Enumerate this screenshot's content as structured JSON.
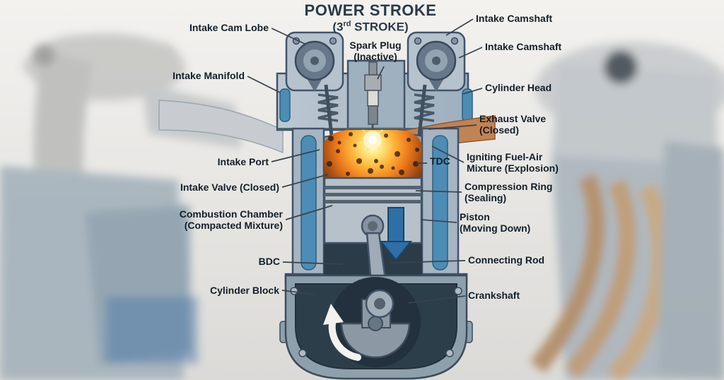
{
  "title": {
    "line1": "POWER STROKE",
    "stroke_pre": "(3",
    "stroke_sup": "rd",
    "stroke_post": " STROKE)"
  },
  "labels": {
    "left": [
      {
        "text": "Intake Cam Lobe"
      },
      {
        "text": "Intake Manifold"
      },
      {
        "text": "Intake Port"
      },
      {
        "text": "Intake Valve (Closed)"
      },
      {
        "text": "Combustion Chamber",
        "text2": "(Compacted Mixture)"
      },
      {
        "text": "BDC"
      },
      {
        "text": "Cylinder Block"
      }
    ],
    "center": [
      {
        "text": "Spark Plug",
        "text2": "(Inactive)"
      },
      {
        "text": "TDC"
      }
    ],
    "right": [
      {
        "text": "Intake Camshaft"
      },
      {
        "text": "Intake Camshaft"
      },
      {
        "text": "Cylinder Head"
      },
      {
        "text": "Exhaust Valve",
        "text2": "(Closed)"
      },
      {
        "text": "Igniting Fuel-Air",
        "text2": "Mixture (Explosion)"
      },
      {
        "text": "Compression Ring",
        "text2": "(Sealing)"
      },
      {
        "text": "Piston",
        "text2": "(Moving Down)"
      },
      {
        "text": "Connecting Rod"
      },
      {
        "text": "Crankshaft"
      }
    ]
  },
  "icons": {
    "rotation_arrow": "counterclockwise-rotation-arrow",
    "piston_motion_arrow": "down-arrow"
  },
  "colors": {
    "title_text": "#2b3a4a",
    "label_text": "#141f2a",
    "coolant_blue": "#4d8cb4",
    "exhaust_tan": "#c08354",
    "explosion_orange": "#ef7c1c",
    "explosion_core": "#fff6c8",
    "engine_metal": "#aebdc9",
    "crankcase_dark": "#2d3e4b",
    "motion_arrow_blue": "#2f6fa5",
    "rotation_arrow_white": "#f2f2ee"
  }
}
